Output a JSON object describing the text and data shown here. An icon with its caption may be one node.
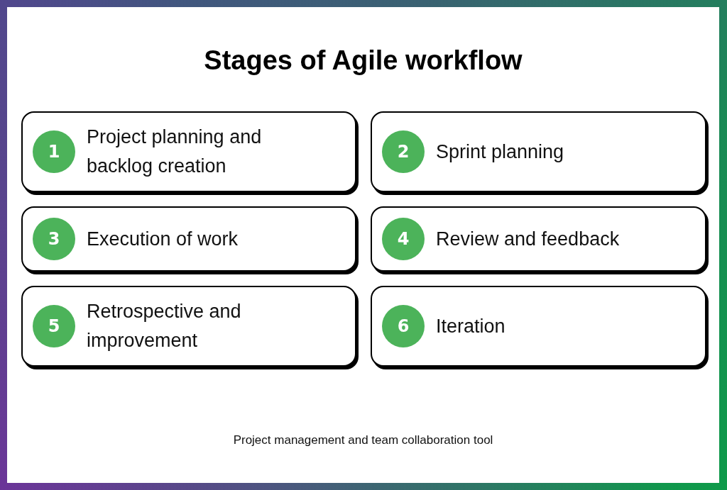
{
  "diagram": {
    "title": "Stages of Agile workflow",
    "nodes": [
      {
        "text": [
          "Project planning and backlog creation"
        ]
      },
      {
        "text": [
          "1"
        ],
        "in": 0
      },
      {
        "text": [
          "Sprint planning"
        ]
      },
      {
        "text": [
          "2"
        ],
        "in": 2
      },
      {
        "text": [
          "Execution of work"
        ]
      },
      {
        "text": [
          "3"
        ],
        "in": 4
      },
      {
        "text": [
          "Review and feedback"
        ]
      },
      {
        "text": [
          "4"
        ],
        "in": 6
      },
      {
        "text": [
          "Retrospective and improvement"
        ]
      },
      {
        "text": [
          "5"
        ],
        "in": 8
      },
      {
        "text": [
          "Iteration"
        ]
      },
      {
        "text": [
          "6"
        ],
        "in": 10
      }
    ],
    "labels": [
      "Project management and team collaboration tool"
    ]
  }
}
